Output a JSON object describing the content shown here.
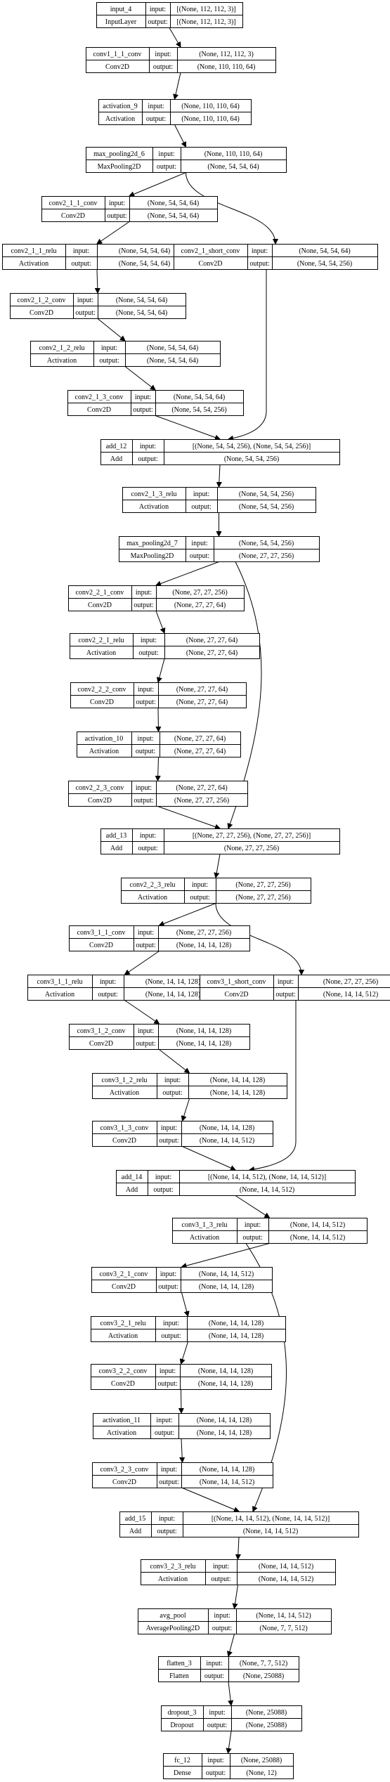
{
  "nodes": [
    {
      "id": "input_4",
      "name": "input_4",
      "type": "InputLayer",
      "in_label": "input:",
      "in_shape": "[(None, 112, 112, 3)]",
      "out_label": "output:",
      "out_shape": "[(None, 112, 112, 3)]"
    },
    {
      "id": "conv1_1_1_conv",
      "name": "conv1_1_1_conv",
      "type": "Conv2D",
      "in_label": "input:",
      "in_shape": "(None, 112, 112, 3)",
      "out_label": "output:",
      "out_shape": "(None, 110, 110, 64)"
    },
    {
      "id": "activation_9",
      "name": "activation_9",
      "type": "Activation",
      "in_label": "input:",
      "in_shape": "(None, 110, 110, 64)",
      "out_label": "output:",
      "out_shape": "(None, 110, 110, 64)"
    },
    {
      "id": "max_pooling2d_6",
      "name": "max_pooling2d_6",
      "type": "MaxPooling2D",
      "in_label": "input:",
      "in_shape": "(None, 110, 110, 64)",
      "out_label": "output:",
      "out_shape": "(None, 54, 54, 64)"
    },
    {
      "id": "conv2_1_1_conv",
      "name": "conv2_1_1_conv",
      "type": "Conv2D",
      "in_label": "input:",
      "in_shape": "(None, 54, 54, 64)",
      "out_label": "output:",
      "out_shape": "(None, 54, 54, 64)"
    },
    {
      "id": "conv2_1_1_relu",
      "name": "conv2_1_1_relu",
      "type": "Activation",
      "in_label": "input:",
      "in_shape": "(None, 54, 54, 64)",
      "out_label": "output:",
      "out_shape": "(None, 54, 54, 64)"
    },
    {
      "id": "conv2_1_short_conv",
      "name": "conv2_1_short_conv",
      "type": "Conv2D",
      "in_label": "input:",
      "in_shape": "(None, 54, 54, 64)",
      "out_label": "output:",
      "out_shape": "(None, 54, 54, 256)"
    },
    {
      "id": "conv2_1_2_conv",
      "name": "conv2_1_2_conv",
      "type": "Conv2D",
      "in_label": "input:",
      "in_shape": "(None, 54, 54, 64)",
      "out_label": "output:",
      "out_shape": "(None, 54, 54, 64)"
    },
    {
      "id": "conv2_1_2_relu",
      "name": "conv2_1_2_relu",
      "type": "Activation",
      "in_label": "input:",
      "in_shape": "(None, 54, 54, 64)",
      "out_label": "output:",
      "out_shape": "(None, 54, 54, 64)"
    },
    {
      "id": "conv2_1_3_conv",
      "name": "conv2_1_3_conv",
      "type": "Conv2D",
      "in_label": "input:",
      "in_shape": "(None, 54, 54, 64)",
      "out_label": "output:",
      "out_shape": "(None, 54, 54, 256)"
    },
    {
      "id": "add_12",
      "name": "add_12",
      "type": "Add",
      "in_label": "input:",
      "in_shape": "[(None, 54, 54, 256), (None, 54, 54, 256)]",
      "out_label": "output:",
      "out_shape": "(None, 54, 54, 256)"
    },
    {
      "id": "conv2_1_3_relu",
      "name": "conv2_1_3_relu",
      "type": "Activation",
      "in_label": "input:",
      "in_shape": "(None, 54, 54, 256)",
      "out_label": "output:",
      "out_shape": "(None, 54, 54, 256)"
    },
    {
      "id": "max_pooling2d_7",
      "name": "max_pooling2d_7",
      "type": "MaxPooling2D",
      "in_label": "input:",
      "in_shape": "(None, 54, 54, 256)",
      "out_label": "output:",
      "out_shape": "(None, 27, 27, 256)"
    },
    {
      "id": "conv2_2_1_conv",
      "name": "conv2_2_1_conv",
      "type": "Conv2D",
      "in_label": "input:",
      "in_shape": "(None, 27, 27, 256)",
      "out_label": "output:",
      "out_shape": "(None, 27, 27, 64)"
    },
    {
      "id": "conv2_2_1_relu",
      "name": "conv2_2_1_relu",
      "type": "Activation",
      "in_label": "input:",
      "in_shape": "(None, 27, 27, 64)",
      "out_label": "output:",
      "out_shape": "(None, 27, 27, 64)"
    },
    {
      "id": "conv2_2_2_conv",
      "name": "conv2_2_2_conv",
      "type": "Conv2D",
      "in_label": "input:",
      "in_shape": "(None, 27, 27, 64)",
      "out_label": "output:",
      "out_shape": "(None, 27, 27, 64)"
    },
    {
      "id": "activation_10",
      "name": "activation_10",
      "type": "Activation",
      "in_label": "input:",
      "in_shape": "(None, 27, 27, 64)",
      "out_label": "output:",
      "out_shape": "(None, 27, 27, 64)"
    },
    {
      "id": "conv2_2_3_conv",
      "name": "conv2_2_3_conv",
      "type": "Conv2D",
      "in_label": "input:",
      "in_shape": "(None, 27, 27, 64)",
      "out_label": "output:",
      "out_shape": "(None, 27, 27, 256)"
    },
    {
      "id": "add_13",
      "name": "add_13",
      "type": "Add",
      "in_label": "input:",
      "in_shape": "[(None, 27, 27, 256), (None, 27, 27, 256)]",
      "out_label": "output:",
      "out_shape": "(None, 27, 27, 256)"
    },
    {
      "id": "conv2_2_3_relu",
      "name": "conv2_2_3_relu",
      "type": "Activation",
      "in_label": "input:",
      "in_shape": "(None, 27, 27, 256)",
      "out_label": "output:",
      "out_shape": "(None, 27, 27, 256)"
    },
    {
      "id": "conv3_1_1_conv",
      "name": "conv3_1_1_conv",
      "type": "Conv2D",
      "in_label": "input:",
      "in_shape": "(None, 27, 27, 256)",
      "out_label": "output:",
      "out_shape": "(None, 14, 14, 128)"
    },
    {
      "id": "conv3_1_1_relu",
      "name": "conv3_1_1_relu",
      "type": "Activation",
      "in_label": "input:",
      "in_shape": "(None, 14, 14, 128)",
      "out_label": "output:",
      "out_shape": "(None, 14, 14, 128)"
    },
    {
      "id": "conv3_1_short_conv",
      "name": "conv3_1_short_conv",
      "type": "Conv2D",
      "in_label": "input:",
      "in_shape": "(None, 27, 27, 256)",
      "out_label": "output:",
      "out_shape": "(None, 14, 14, 512)"
    },
    {
      "id": "conv3_1_2_conv",
      "name": "conv3_1_2_conv",
      "type": "Conv2D",
      "in_label": "input:",
      "in_shape": "(None, 14, 14, 128)",
      "out_label": "output:",
      "out_shape": "(None, 14, 14, 128)"
    },
    {
      "id": "conv3_1_2_relu",
      "name": "conv3_1_2_relu",
      "type": "Activation",
      "in_label": "input:",
      "in_shape": "(None, 14, 14, 128)",
      "out_label": "output:",
      "out_shape": "(None, 14, 14, 128)"
    },
    {
      "id": "conv3_1_3_conv",
      "name": "conv3_1_3_conv",
      "type": "Conv2D",
      "in_label": "input:",
      "in_shape": "(None, 14, 14, 128)",
      "out_label": "output:",
      "out_shape": "(None, 14, 14, 512)"
    },
    {
      "id": "add_14",
      "name": "add_14",
      "type": "Add",
      "in_label": "input:",
      "in_shape": "[(None, 14, 14, 512), (None, 14, 14, 512)]",
      "out_label": "output:",
      "out_shape": "(None, 14, 14, 512)"
    },
    {
      "id": "conv3_1_3_relu",
      "name": "conv3_1_3_relu",
      "type": "Activation",
      "in_label": "input:",
      "in_shape": "(None, 14, 14, 512)",
      "out_label": "output:",
      "out_shape": "(None, 14, 14, 512)"
    },
    {
      "id": "conv3_2_1_conv",
      "name": "conv3_2_1_conv",
      "type": "Conv2D",
      "in_label": "input:",
      "in_shape": "(None, 14, 14, 512)",
      "out_label": "output:",
      "out_shape": "(None, 14, 14, 128)"
    },
    {
      "id": "conv3_2_1_relu",
      "name": "conv3_2_1_relu",
      "type": "Activation",
      "in_label": "input:",
      "in_shape": "(None, 14, 14, 128)",
      "out_label": "output:",
      "out_shape": "(None, 14, 14, 128)"
    },
    {
      "id": "conv3_2_2_conv",
      "name": "conv3_2_2_conv",
      "type": "Conv2D",
      "in_label": "input:",
      "in_shape": "(None, 14, 14, 128)",
      "out_label": "output:",
      "out_shape": "(None, 14, 14, 128)"
    },
    {
      "id": "activation_11",
      "name": "activation_11",
      "type": "Activation",
      "in_label": "input:",
      "in_shape": "(None, 14, 14, 128)",
      "out_label": "output:",
      "out_shape": "(None, 14, 14, 128)"
    },
    {
      "id": "conv3_2_3_conv",
      "name": "conv3_2_3_conv",
      "type": "Conv2D",
      "in_label": "input:",
      "in_shape": "(None, 14, 14, 128)",
      "out_label": "output:",
      "out_shape": "(None, 14, 14, 512)"
    },
    {
      "id": "add_15",
      "name": "add_15",
      "type": "Add",
      "in_label": "input:",
      "in_shape": "[(None, 14, 14, 512), (None, 14, 14, 512)]",
      "out_label": "output:",
      "out_shape": "(None, 14, 14, 512)"
    },
    {
      "id": "conv3_2_3_relu",
      "name": "conv3_2_3_relu",
      "type": "Activation",
      "in_label": "input:",
      "in_shape": "(None, 14, 14, 512)",
      "out_label": "output:",
      "out_shape": "(None, 14, 14, 512)"
    },
    {
      "id": "avg_pool",
      "name": "avg_pool",
      "type": "AveragePooling2D",
      "in_label": "input:",
      "in_shape": "(None, 14, 14, 512)",
      "out_label": "output:",
      "out_shape": "(None, 7, 7, 512)"
    },
    {
      "id": "flatten_3",
      "name": "flatten_3",
      "type": "Flatten",
      "in_label": "input:",
      "in_shape": "(None, 7, 7, 512)",
      "out_label": "output:",
      "out_shape": "(None, 25088)"
    },
    {
      "id": "dropout_3",
      "name": "dropout_3",
      "type": "Dropout",
      "in_label": "input:",
      "in_shape": "(None, 25088)",
      "out_label": "output:",
      "out_shape": "(None, 25088)"
    },
    {
      "id": "fc_12",
      "name": "fc_12",
      "type": "Dense",
      "in_label": "input:",
      "in_shape": "(None, 25088)",
      "out_label": "output:",
      "out_shape": "(None, 12)"
    }
  ],
  "edges": [
    [
      "input_4",
      "conv1_1_1_conv"
    ],
    [
      "conv1_1_1_conv",
      "activation_9"
    ],
    [
      "activation_9",
      "max_pooling2d_6"
    ],
    [
      "max_pooling2d_6",
      "conv2_1_1_conv"
    ],
    [
      "max_pooling2d_6",
      "conv2_1_short_conv"
    ],
    [
      "conv2_1_1_conv",
      "conv2_1_1_relu"
    ],
    [
      "conv2_1_1_relu",
      "conv2_1_2_conv"
    ],
    [
      "conv2_1_2_conv",
      "conv2_1_2_relu"
    ],
    [
      "conv2_1_2_relu",
      "conv2_1_3_conv"
    ],
    [
      "conv2_1_3_conv",
      "add_12"
    ],
    [
      "conv2_1_short_conv",
      "add_12"
    ],
    [
      "add_12",
      "conv2_1_3_relu"
    ],
    [
      "conv2_1_3_relu",
      "max_pooling2d_7"
    ],
    [
      "max_pooling2d_7",
      "conv2_2_1_conv"
    ],
    [
      "max_pooling2d_7",
      "add_13"
    ],
    [
      "conv2_2_1_conv",
      "conv2_2_1_relu"
    ],
    [
      "conv2_2_1_relu",
      "conv2_2_2_conv"
    ],
    [
      "conv2_2_2_conv",
      "activation_10"
    ],
    [
      "activation_10",
      "conv2_2_3_conv"
    ],
    [
      "conv2_2_3_conv",
      "add_13"
    ],
    [
      "add_13",
      "conv2_2_3_relu"
    ],
    [
      "conv2_2_3_relu",
      "conv3_1_1_conv"
    ],
    [
      "conv2_2_3_relu",
      "conv3_1_short_conv"
    ],
    [
      "conv3_1_1_conv",
      "conv3_1_1_relu"
    ],
    [
      "conv3_1_1_relu",
      "conv3_1_2_conv"
    ],
    [
      "conv3_1_2_conv",
      "conv3_1_2_relu"
    ],
    [
      "conv3_1_2_relu",
      "conv3_1_3_conv"
    ],
    [
      "conv3_1_3_conv",
      "add_14"
    ],
    [
      "conv3_1_short_conv",
      "add_14"
    ],
    [
      "add_14",
      "conv3_1_3_relu"
    ],
    [
      "conv3_1_3_relu",
      "conv3_2_1_conv"
    ],
    [
      "conv3_1_3_relu",
      "add_15"
    ],
    [
      "conv3_2_1_conv",
      "conv3_2_1_relu"
    ],
    [
      "conv3_2_1_relu",
      "conv3_2_2_conv"
    ],
    [
      "conv3_2_2_conv",
      "activation_11"
    ],
    [
      "activation_11",
      "conv3_2_3_conv"
    ],
    [
      "conv3_2_3_conv",
      "add_15"
    ],
    [
      "add_15",
      "conv3_2_3_relu"
    ],
    [
      "conv3_2_3_relu",
      "avg_pool"
    ],
    [
      "avg_pool",
      "flatten_3"
    ],
    [
      "flatten_3",
      "dropout_3"
    ],
    [
      "dropout_3",
      "fc_12"
    ]
  ]
}
